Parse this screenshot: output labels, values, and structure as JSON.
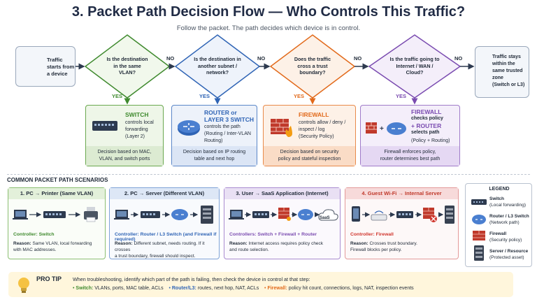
{
  "header": {
    "title": "3. Packet Path Decision Flow — Who Controls This Traffic?",
    "subtitle": "Follow the packet. The path decides which device is in control."
  },
  "flow": {
    "start_text": [
      "Traffic",
      "starts from",
      "a device"
    ],
    "end_text": [
      "Traffic stays",
      "within the",
      "same trusted",
      "zone",
      "(Switch or L3)"
    ],
    "decisions": [
      {
        "lines": [
          "Is the destination",
          "in the same",
          "VLAN?"
        ]
      },
      {
        "lines": [
          "Is the destination in",
          "another subnet /",
          "network?"
        ]
      },
      {
        "lines": [
          "Does the traffic",
          "cross a trust",
          "boundary?"
        ]
      },
      {
        "lines": [
          "Is the traffic going to",
          "Internet / WAN /",
          "Cloud?"
        ]
      }
    ],
    "no_label": "NO",
    "yes_label": "YES",
    "results": [
      {
        "title": [
          "SWITCH"
        ],
        "desc": [
          "controls local",
          "forwarding",
          "(Layer 2)"
        ],
        "bottom": [
          "Decision based on MAC,",
          "VLAN, and switch ports"
        ]
      },
      {
        "title": [
          "ROUTER or",
          "LAYER 3 SWITCH"
        ],
        "desc": [
          "controls the path",
          "(Routing / Inter-VLAN",
          "Routing)"
        ],
        "bottom": [
          "Decision based on IP routing",
          "table and next hop"
        ]
      },
      {
        "title": [
          "FIREWALL"
        ],
        "desc": [
          "controls allow / deny /",
          "inspect / log",
          "(Security Policy)"
        ],
        "bottom": [
          "Decision based on security",
          "policy and stateful inspection"
        ]
      },
      {
        "title": [
          "FIREWALL",
          "checks policy",
          "+ ROUTER",
          "selects path"
        ],
        "desc": [
          "(Policy + Routing)"
        ],
        "bottom": [
          "Firewall enforces policy,",
          "router determines best path"
        ]
      }
    ]
  },
  "scenarios": {
    "heading": "COMMON PACKET PATH SCENARIOS",
    "cards": [
      {
        "title": "1. PC → Printer (Same VLAN)",
        "controller": "Controller: Switch",
        "reason_label": "Reason:",
        "reason": [
          "Same VLAN, local forwarding",
          "with MAC addresses."
        ]
      },
      {
        "title": "2. PC → Server (Different VLAN)",
        "controller": "Controller: Router / L3 Switch (and Firewall if required)",
        "reason_label": "Reason:",
        "reason": [
          "Different subnet, needs routing. If it crosses",
          "a trust boundary, firewall should inspect."
        ]
      },
      {
        "title": "3. User → SaaS Application (Internet)",
        "controller": "Controllers: Switch + Firewall + Router",
        "reason_label": "Reason:",
        "reason": [
          "Internet access requires policy check",
          "and route selection."
        ],
        "saas_label": "SaaS"
      },
      {
        "title": "4. Guest Wi-Fi → Internal Server",
        "controller": "Controller: Firewall",
        "reason_label": "Reason:",
        "reason": [
          "Crosses trust boundary.",
          "Firewall blocks per policy."
        ]
      }
    ]
  },
  "legend": {
    "title": "LEGEND",
    "items": [
      {
        "name": "Switch",
        "desc": "(Local forwarding)"
      },
      {
        "name": "Router / L3 Switch",
        "desc": "(Network path)"
      },
      {
        "name": "Firewall",
        "desc": "(Security policy)"
      },
      {
        "name": "Server / Resource",
        "desc": "(Protected asset)"
      }
    ]
  },
  "tip": {
    "title": "PRO TIP",
    "text": "When troubleshooting, identify which part of the path is failing, then check the device in control at that step:",
    "items": [
      {
        "name": "Switch:",
        "text": "VLANs, ports, MAC table, ACLs"
      },
      {
        "name": "Router/L3:",
        "text": "routes, next hop, NAT, ACLs"
      },
      {
        "name": "Firewall:",
        "text": "policy hit count, connections, logs, NAT, inspection events"
      }
    ]
  },
  "colors": {
    "switch": "#3f8a2e",
    "router": "#2f64b5",
    "firewall": "#e26a1b",
    "policy": "#7a4bb0",
    "red": "#d0342c"
  }
}
